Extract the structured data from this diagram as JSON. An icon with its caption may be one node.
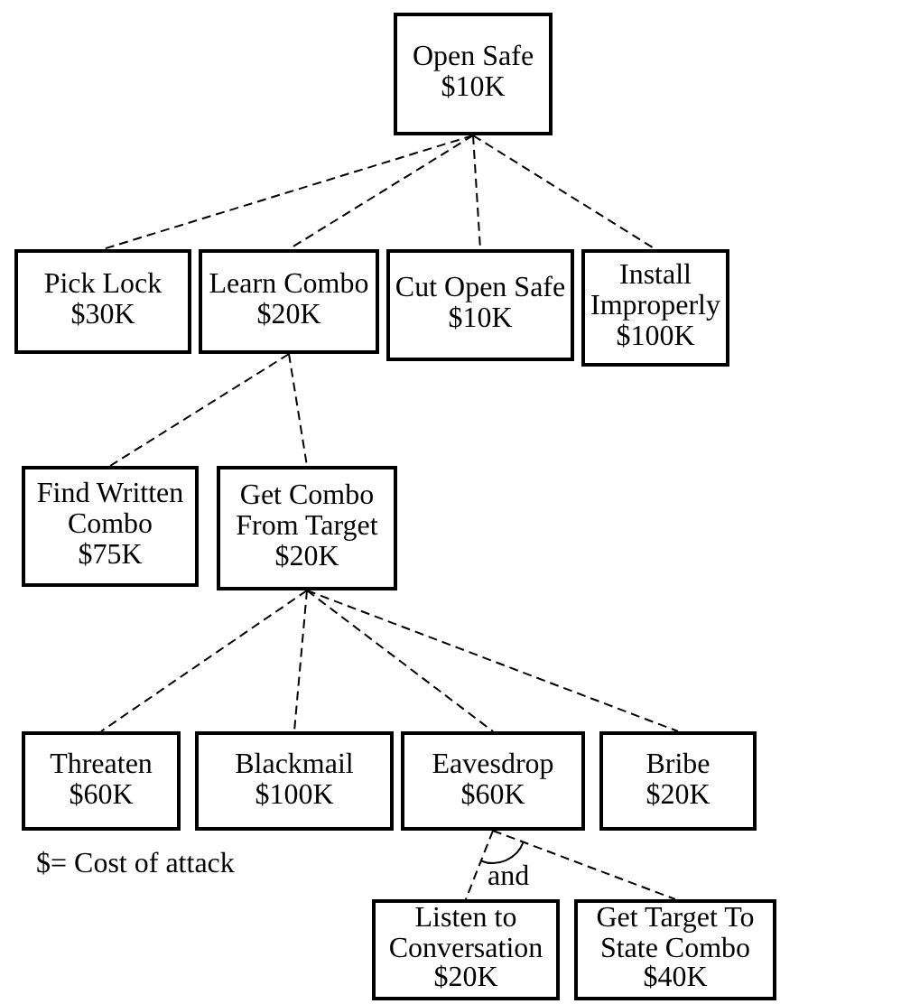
{
  "diagram": {
    "nodes": [
      {
        "text": [
          "Open Safe",
          "$10K"
        ]
      },
      {
        "text": [
          "Pick Lock",
          "$30K"
        ]
      },
      {
        "text": [
          "Learn Combo",
          "$20K"
        ]
      },
      {
        "text": [
          "Cut Open Safe",
          "$10K"
        ]
      },
      {
        "text": [
          "Install Improperly",
          "$100K"
        ]
      },
      {
        "text": [
          "Find Written Combo",
          "$75K"
        ]
      },
      {
        "text": [
          "Get Combo From Target",
          "$20K"
        ]
      },
      {
        "text": [
          "Threaten",
          "$60K"
        ]
      },
      {
        "text": [
          "Blackmail",
          "$100K"
        ]
      },
      {
        "text": [
          "Eavesdrop",
          "$60K"
        ]
      },
      {
        "text": [
          "Bribe",
          "$20K"
        ]
      },
      {
        "text": [
          "Listen to Conversation",
          "$20K"
        ]
      },
      {
        "text": [
          "Get Target To State Combo",
          "$40K"
        ]
      }
    ],
    "edges": [
      {
        "from": 0,
        "to": 1,
        "arrow": "none",
        "style": "dashed"
      },
      {
        "from": 0,
        "to": 2,
        "arrow": "none",
        "style": "dashed"
      },
      {
        "from": 0,
        "to": 3,
        "arrow": "none",
        "style": "dashed"
      },
      {
        "from": 0,
        "to": 4,
        "arrow": "none",
        "style": "dashed"
      },
      {
        "from": 2,
        "to": 5,
        "arrow": "none",
        "style": "dashed"
      },
      {
        "from": 2,
        "to": 6,
        "arrow": "none",
        "style": "dashed"
      },
      {
        "from": 6,
        "to": 7,
        "arrow": "none",
        "style": "dashed"
      },
      {
        "from": 6,
        "to": 8,
        "arrow": "none",
        "style": "dashed"
      },
      {
        "from": 6,
        "to": 9,
        "arrow": "none",
        "style": "dashed"
      },
      {
        "from": 6,
        "to": 10,
        "arrow": "none",
        "style": "dashed"
      },
      {
        "from": 9,
        "to": 11,
        "arrow": "none",
        "style": "dashed"
      },
      {
        "from": 9,
        "to": 12,
        "arrow": "none",
        "style": "dashed"
      }
    ],
    "labels": [
      "and",
      "$= Cost of attack"
    ]
  }
}
